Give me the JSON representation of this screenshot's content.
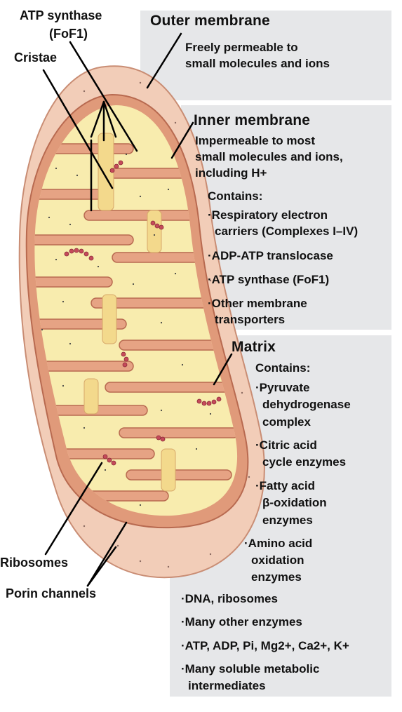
{
  "labels": {
    "atp_synthase": {
      "line1": "ATP synthase",
      "line2": "(FoF1)"
    },
    "cristae": "Cristae",
    "ribosomes": "Ribosomes",
    "porin_channels": "Porin channels"
  },
  "outer_membrane": {
    "title": "Outer membrane",
    "desc_line1": "Freely permeable to",
    "desc_line2": "small molecules and ions"
  },
  "inner_membrane": {
    "title": "Inner membrane",
    "desc_line1": "Impermeable to most",
    "desc_line2": "small molecules and ions,",
    "desc_line3": "including H+",
    "contains": "Contains:",
    "items": [
      "·Respiratory electron",
      "carriers (Complexes I–IV)",
      "·ADP-ATP translocase",
      "·ATP synthase (FoF1)",
      "·Other membrane",
      "transporters"
    ]
  },
  "matrix": {
    "title": "Matrix",
    "contains": "Contains:",
    "items": [
      "·Pyruvate",
      "dehydrogenase",
      "complex",
      "·Citric acid",
      "cycle enzymes",
      "·Fatty acid",
      "β-oxidation",
      "enzymes",
      "·Amino acid",
      "oxidation",
      "enzymes",
      "·DNA, ribosomes",
      "·Many other enzymes",
      "·ATP, ADP, Pi, Mg2+, Ca2+, K+",
      "·Many soluble metabolic",
      "intermediates"
    ]
  },
  "colors": {
    "panel": "#e6e7e9",
    "outer_membrane": "#f2cdb8",
    "inner_membrane": "#e09a7a",
    "matrix": "#f8ecae",
    "ribosome": "#b23a4a"
  }
}
